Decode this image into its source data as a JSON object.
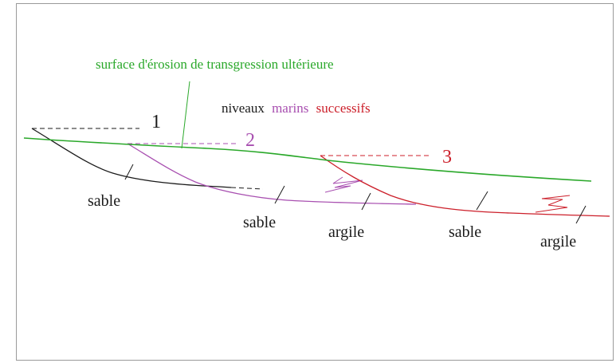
{
  "labels": {
    "erosion_surface": "surface d'érosion de transgression ultérieure",
    "title_part1": "niveaux",
    "title_part2": "marins",
    "title_part3": "successifs",
    "level_1": "1",
    "level_2": "2",
    "level_3": "3",
    "sand_1": "sable",
    "sand_2": "sable",
    "clay_2": "argile",
    "sand_3": "sable",
    "clay_3": "argile"
  },
  "colors": {
    "erosion": "#2aa82a",
    "level1": "#1a1a1a",
    "level2": "#a84fb0",
    "level3": "#cc1f2a",
    "text": "#1a1a1a"
  }
}
